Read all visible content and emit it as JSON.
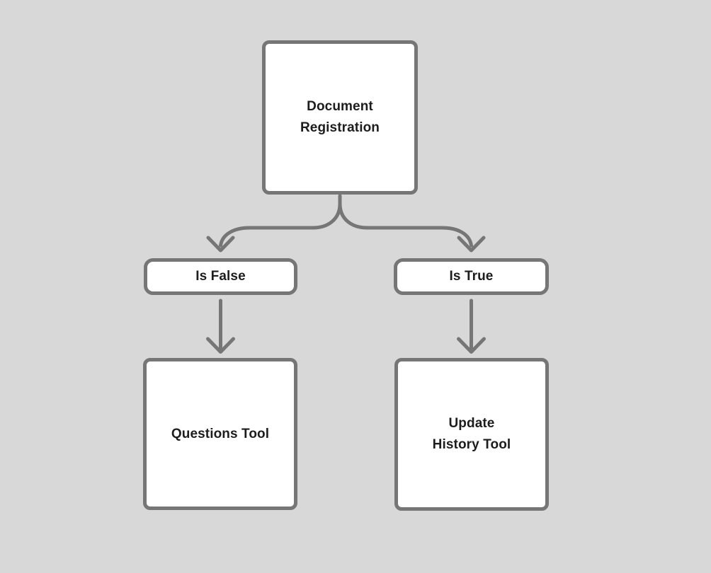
{
  "colors": {
    "background": "#d8d8d8",
    "node_fill": "#ffffff",
    "stroke": "#767676",
    "text": "#1d1d1d"
  },
  "nodes": {
    "document_registration": {
      "line1": "Document",
      "line2": "Registration"
    },
    "is_false": {
      "label": "Is False"
    },
    "is_true": {
      "label": "Is True"
    },
    "questions_tool": {
      "label": "Questions Tool"
    },
    "update_history_tool": {
      "line1": "Update",
      "line2": "History Tool"
    }
  },
  "edges": [
    {
      "from": "Document Registration",
      "to": "Is False"
    },
    {
      "from": "Document Registration",
      "to": "Is True"
    },
    {
      "from": "Is False",
      "to": "Questions Tool"
    },
    {
      "from": "Is True",
      "to": "Update History Tool"
    }
  ]
}
